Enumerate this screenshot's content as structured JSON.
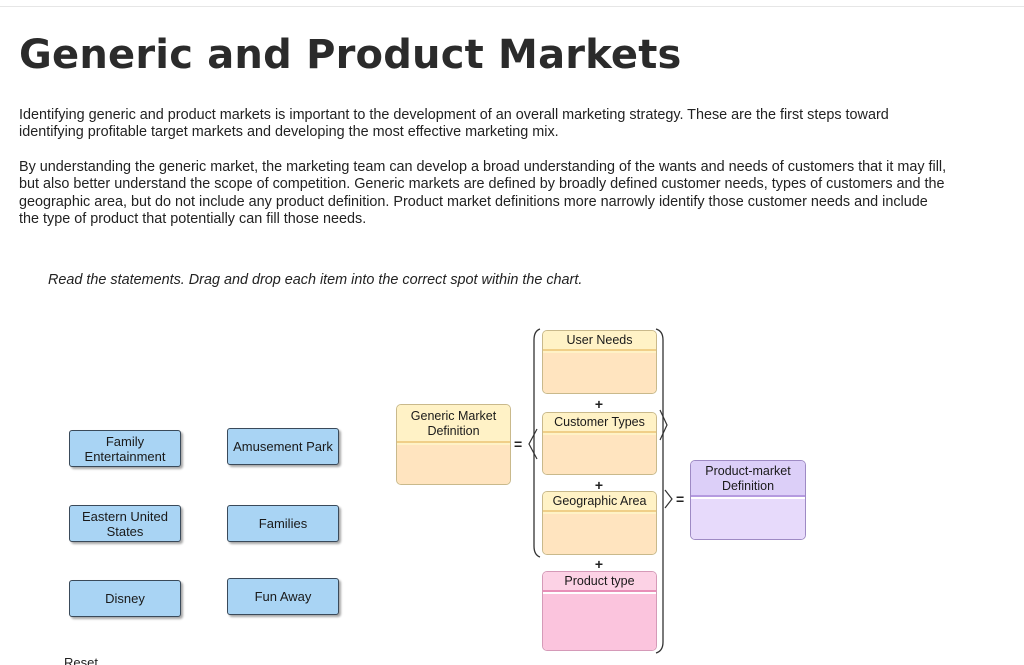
{
  "page": {
    "title": "Generic and Product Markets",
    "paragraphs": [
      "Identifying generic and product markets is important to the development of an overall marketing strategy. These are the first steps toward identifying profitable target markets and developing the most effective marketing mix.",
      "By understanding the generic market, the marketing team can develop a broad understanding of the wants and needs of customers that it may fill, but also better understand the scope of competition. Generic markets are defined by broadly defined customer needs, types of customers and the geographic area, but do not include any product definition. Product market definitions more narrowly identify those customer needs and include the type of product that potentially can fill those needs."
    ],
    "instruction": "Read the statements. Drag and drop each item into the correct spot within the chart."
  },
  "drag_items": [
    {
      "label": "Family Entertainment"
    },
    {
      "label": "Amusement Park"
    },
    {
      "label": "Eastern United States"
    },
    {
      "label": "Families"
    },
    {
      "label": "Disney"
    },
    {
      "label": "Fun Away"
    }
  ],
  "chart": {
    "generic_market": "Generic Market Definition",
    "user_needs": "User Needs",
    "customer_types": "Customer Types",
    "geographic_area": "Geographic Area",
    "product_type": "Product type",
    "product_market": "Product-market Definition",
    "plus": "+",
    "equals": "="
  },
  "reset": {
    "label": "Reset"
  },
  "colors": {
    "drag_item": "#a9d4f4",
    "yellow_box": "#ffe4bf",
    "pink_box": "#fbc4dd",
    "purple_box": "#e7dafb"
  }
}
